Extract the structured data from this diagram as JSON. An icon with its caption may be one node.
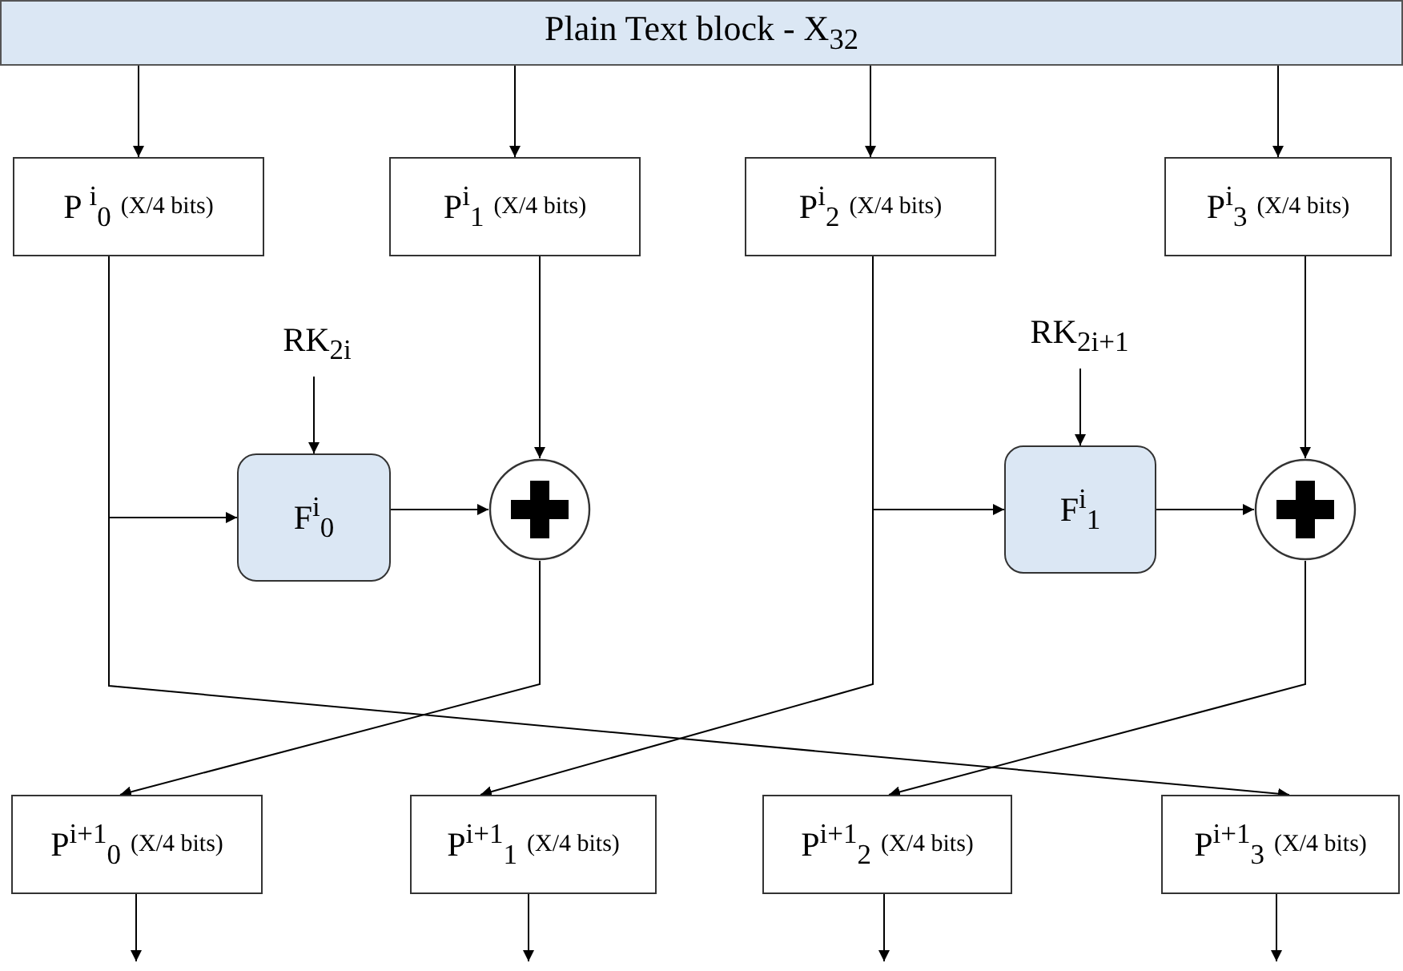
{
  "diagram": {
    "nodes": [
      {
        "text": [
          "Plain Text block - X$_{32}$"
        ]
      },
      {
        "text": [
          "P $^{i}$$_{0}$",
          "(X/4 bits)"
        ]
      },
      {
        "text": [
          "P$^{i}$$_{1}$",
          "(X/4 bits)"
        ]
      },
      {
        "text": [
          "P$^{i}$$_{2}$",
          "(X/4 bits)"
        ]
      },
      {
        "text": [
          "P$^{i}$$_{3}$",
          "(X/4 bits)"
        ]
      },
      {
        "text": [
          "RK$_{2i}$"
        ]
      },
      {
        "text": [
          "F$^{i}$$_{0}$"
        ]
      },
      {
        "text": [],
        "shape": "circle"
      },
      {
        "text": [
          "RK$_{2i+1}$"
        ]
      },
      {
        "text": [
          "F$^{i}$$_{1}$"
        ]
      },
      {
        "text": [],
        "shape": "circle"
      },
      {
        "text": [
          "P$^{i+1}$$_{0}$",
          "(X/4 bits)"
        ]
      },
      {
        "text": [
          "P$^{i+1}$$_{1}$",
          "(X/4 bits)"
        ]
      },
      {
        "text": [
          "P$^{i+1}$$_{2}$",
          "(X/4 bits)"
        ]
      },
      {
        "text": [
          "P$^{i+1}$$_{3}$",
          "(X/4 bits)"
        ]
      }
    ],
    "edges": [
      {
        "from": 0,
        "to": 1,
        "arrow": "to"
      },
      {
        "from": 0,
        "to": 2,
        "arrow": "to"
      },
      {
        "from": 0,
        "to": 3,
        "arrow": "to"
      },
      {
        "from": 0,
        "to": 4,
        "arrow": "to"
      },
      {
        "from": 5,
        "to": 6,
        "arrow": "to"
      },
      {
        "from": 1,
        "to": 6,
        "arrow": "to"
      },
      {
        "from": 6,
        "to": 7,
        "arrow": "to"
      },
      {
        "from": 2,
        "to": 7,
        "arrow": "to"
      },
      {
        "from": 8,
        "to": 9,
        "arrow": "to"
      },
      {
        "from": 3,
        "to": 9,
        "arrow": "to"
      },
      {
        "from": 9,
        "to": 10,
        "arrow": "to"
      },
      {
        "from": 4,
        "to": 10,
        "arrow": "to"
      },
      {
        "from": 7,
        "to": 11,
        "arrow": "to"
      },
      {
        "from": 1,
        "to": 14,
        "arrow": "to"
      },
      {
        "from": 3,
        "to": 12,
        "arrow": "to"
      },
      {
        "from": 10,
        "to": 13,
        "arrow": "to"
      },
      {
        "from": 11,
        "to": null,
        "arrow": "to"
      },
      {
        "from": 12,
        "to": null,
        "arrow": "to"
      },
      {
        "from": 13,
        "to": null,
        "arrow": "to"
      },
      {
        "from": 14,
        "to": null,
        "arrow": "to"
      }
    ]
  }
}
